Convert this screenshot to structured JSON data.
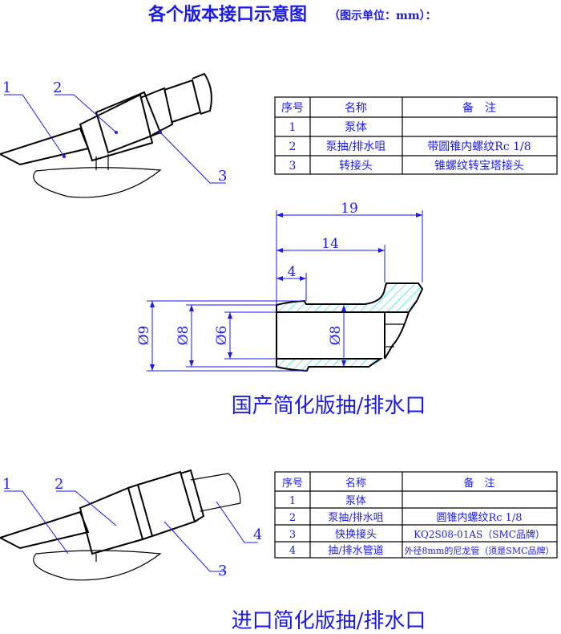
{
  "title": {
    "main": "各个版本接口示意图",
    "unit": "（图示单位：mm）："
  },
  "domestic": {
    "caption": "国产简化版抽/排水口",
    "callouts": [
      "1",
      "2",
      "3"
    ],
    "table": {
      "headers": [
        "序号",
        "名称",
        "备　注"
      ],
      "rows": [
        [
          "1",
          "泵体",
          ""
        ],
        [
          "2",
          "泵抽/排水咀",
          "带圆锥内螺纹Rc 1/8"
        ],
        [
          "3",
          "转接头",
          "锥螺纹转宝塔接头"
        ]
      ]
    },
    "dimensions": {
      "len_total": "19",
      "len_mid": "14",
      "len_short": "4",
      "dia_outer": "Ø9",
      "dia_barb": "Ø8",
      "dia_bore": "Ø6",
      "dia_inner": "Ø8"
    }
  },
  "imported": {
    "caption": "进口简化版抽/排水口",
    "callouts": [
      "1",
      "2",
      "3",
      "4"
    ],
    "table": {
      "headers": [
        "序号",
        "名称",
        "备　注"
      ],
      "rows": [
        [
          "1",
          "泵体",
          ""
        ],
        [
          "2",
          "泵抽/排水咀",
          "圆锥内螺纹Rc 1/8"
        ],
        [
          "3",
          "快换接头",
          "KQ2S08-01AS（SMC品牌）"
        ],
        [
          "4",
          "抽/排水管道",
          "外径8mm的尼龙管（须是SMC品牌）"
        ]
      ]
    }
  },
  "colors": {
    "text": "#1a1aee",
    "hatch": "#00e0e0",
    "outline": "#000000"
  }
}
